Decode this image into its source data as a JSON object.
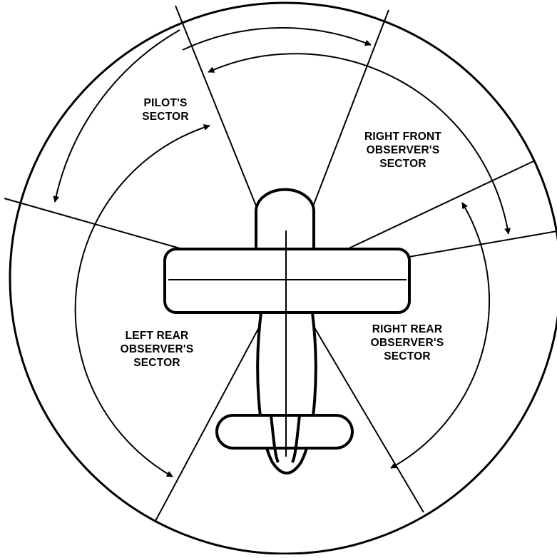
{
  "labels": {
    "pilot": [
      "PILOT'S",
      "SECTOR"
    ],
    "right_front": [
      "RIGHT FRONT",
      "OBSERVER'S",
      "SECTOR"
    ],
    "left_rear": [
      "LEFT REAR",
      "OBSERVER'S",
      "SECTOR"
    ],
    "right_rear": [
      "RIGHT REAR",
      "OBSERVER'S",
      "SECTOR"
    ]
  },
  "colors": {
    "line": "#000000",
    "background": "#ffffff"
  }
}
